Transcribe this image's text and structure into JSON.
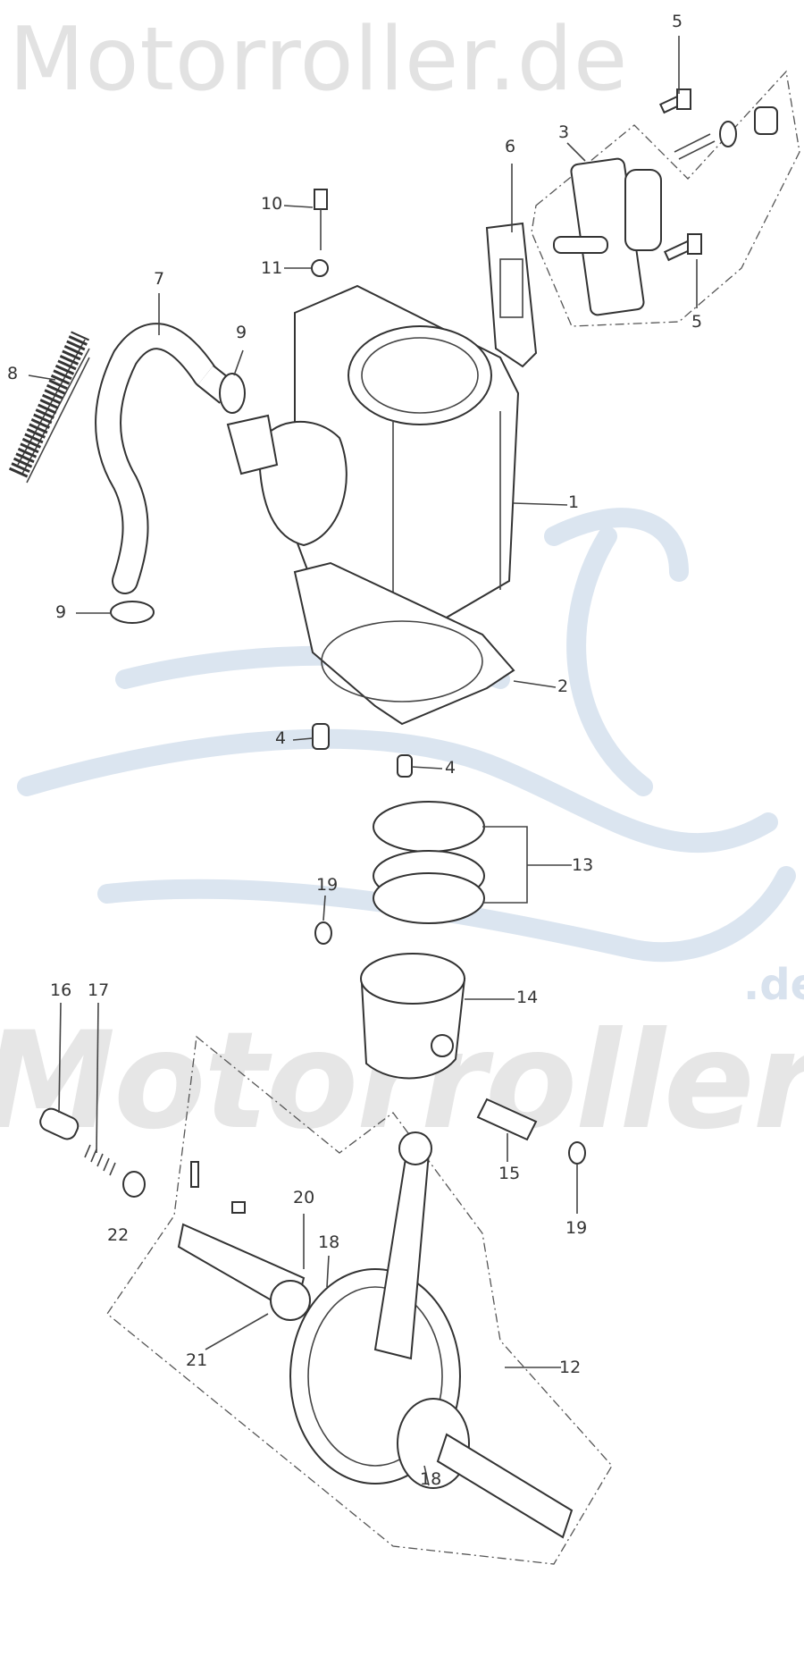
{
  "watermark": {
    "top_text": "Motorroller.de",
    "big_text": "Motorroller",
    "big_suffix": ".de",
    "logo_color": "#dbe5f0",
    "text_color": "#e2e2e2"
  },
  "callouts": [
    {
      "id": "c5a",
      "num": "5"
    },
    {
      "id": "c3",
      "num": "3"
    },
    {
      "id": "c6",
      "num": "6"
    },
    {
      "id": "c10",
      "num": "10"
    },
    {
      "id": "c11",
      "num": "11"
    },
    {
      "id": "c7",
      "num": "7"
    },
    {
      "id": "c9a",
      "num": "9"
    },
    {
      "id": "c8",
      "num": "8"
    },
    {
      "id": "c5b",
      "num": "5"
    },
    {
      "id": "c1",
      "num": "1"
    },
    {
      "id": "c9b",
      "num": "9"
    },
    {
      "id": "c2",
      "num": "2"
    },
    {
      "id": "c4a",
      "num": "4"
    },
    {
      "id": "c4b",
      "num": "4"
    },
    {
      "id": "c13",
      "num": "13"
    },
    {
      "id": "c19a",
      "num": "19"
    },
    {
      "id": "c14",
      "num": "14"
    },
    {
      "id": "c16",
      "num": "16"
    },
    {
      "id": "c17",
      "num": "17"
    },
    {
      "id": "c15",
      "num": "15"
    },
    {
      "id": "c19b",
      "num": "19"
    },
    {
      "id": "c22",
      "num": "22"
    },
    {
      "id": "c20",
      "num": "20"
    },
    {
      "id": "c18a",
      "num": "18"
    },
    {
      "id": "c21",
      "num": "21"
    },
    {
      "id": "c12",
      "num": "12"
    },
    {
      "id": "c18b",
      "num": "18"
    }
  ]
}
